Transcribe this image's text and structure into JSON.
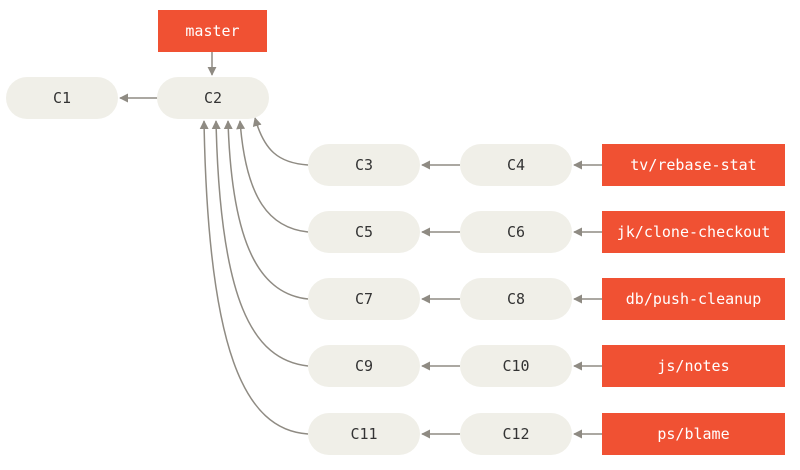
{
  "diagram": {
    "colors": {
      "commit_fill": "#f0efe8",
      "commit_text": "#333333",
      "branch_fill": "#f05133",
      "branch_text": "#ffffff",
      "edge": "#8f8b83"
    },
    "master": {
      "label": "master",
      "points_to": "C2"
    },
    "base_commits": [
      {
        "id": "C1",
        "label": "C1"
      },
      {
        "id": "C2",
        "label": "C2",
        "parent": "C1"
      }
    ],
    "branches": [
      {
        "name": "tv/rebase-stat",
        "commits": [
          {
            "label": "C3"
          },
          {
            "label": "C4"
          }
        ],
        "base": "C2"
      },
      {
        "name": "jk/clone-checkout",
        "commits": [
          {
            "label": "C5"
          },
          {
            "label": "C6"
          }
        ],
        "base": "C2"
      },
      {
        "name": "db/push-cleanup",
        "commits": [
          {
            "label": "C7"
          },
          {
            "label": "C8"
          }
        ],
        "base": "C2"
      },
      {
        "name": "js/notes",
        "commits": [
          {
            "label": "C9"
          },
          {
            "label": "C10"
          }
        ],
        "base": "C2"
      },
      {
        "name": "ps/blame",
        "commits": [
          {
            "label": "C11"
          },
          {
            "label": "C12"
          }
        ],
        "base": "C2"
      }
    ]
  }
}
